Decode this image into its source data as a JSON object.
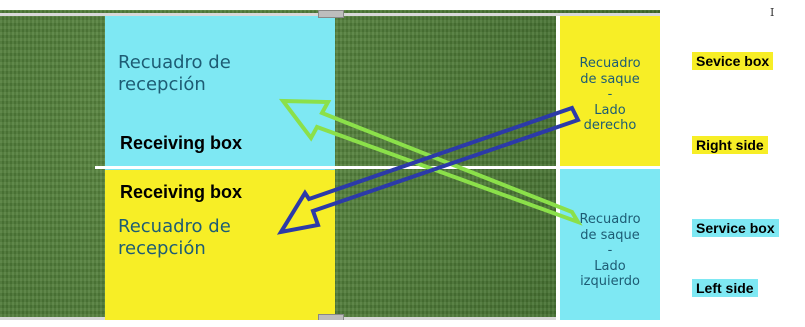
{
  "court": {
    "top_receiving": {
      "spanish": "Recuadro de\nrecepción",
      "english": "Receiving box"
    },
    "bottom_receiving": {
      "english": "Receiving box",
      "spanish": "Recuadro de\nrecepción"
    },
    "right_service": {
      "spanish": "Recuadro\nde saque\n-\nLado\nderecho"
    },
    "left_service": {
      "spanish": "Recuadro\nde saque\n-\nLado\nizquierdo"
    }
  },
  "legend": {
    "service_box_yellow": "Sevice box",
    "right_side": "Right side",
    "service_box_cyan": "Service box",
    "left_side": "Left side"
  },
  "corner_mark": "I",
  "colors": {
    "grass": "#4f7a38",
    "cyan": "#7ee8f3",
    "yellow": "#f7ee26",
    "arrow_green": "#8be04a",
    "arrow_blue": "#2c3aa8"
  }
}
